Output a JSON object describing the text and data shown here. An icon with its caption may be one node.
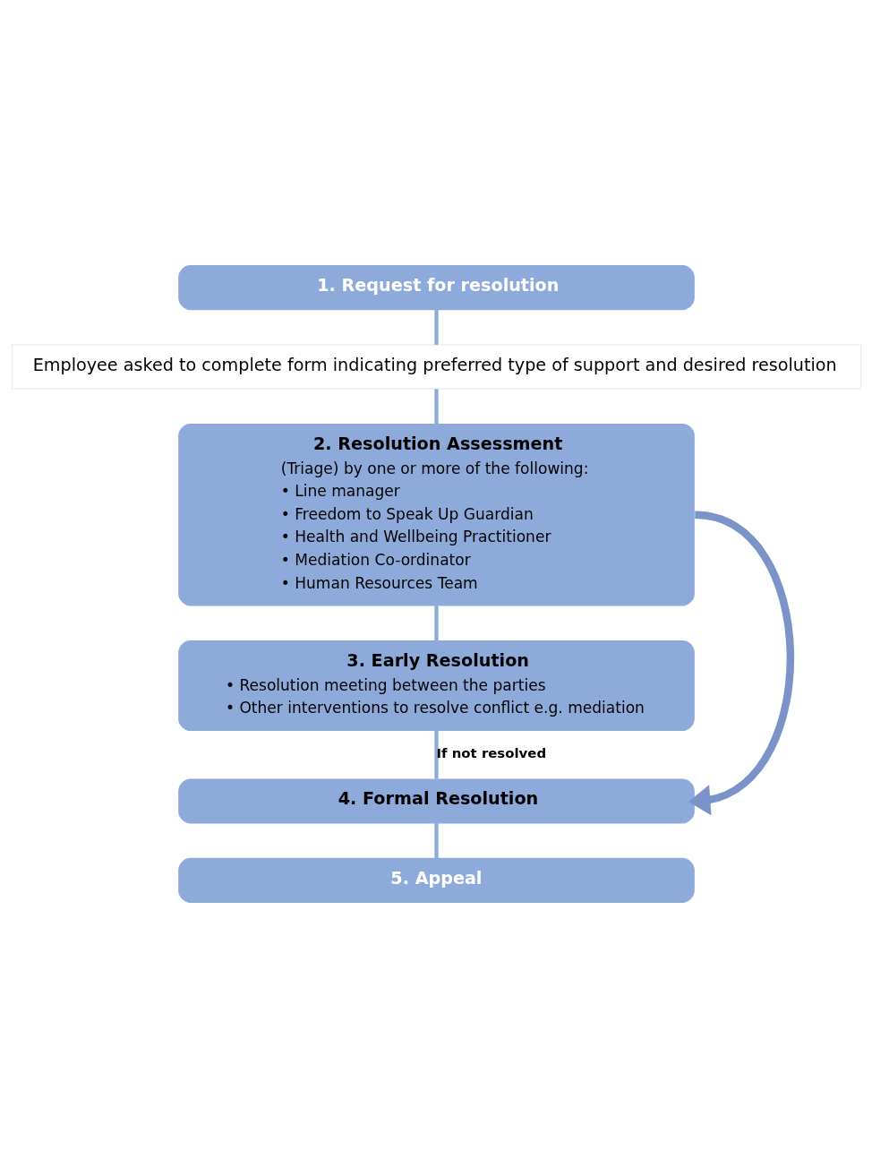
{
  "diagram": {
    "nodes": [
      {
        "text": [
          "1. Request for resolution"
        ]
      },
      {
        "text": [
          "Employee asked to complete form indicating preferred type of support and desired resolution"
        ]
      },
      {
        "text": [
          "2. Resolution Assessment",
          "(Triage) by one or more of the following:",
          "• Line manager",
          "• Freedom to Speak Up Guardian",
          "• Health and Wellbeing Practitioner",
          "• Mediation Co-ordinator",
          "• Human Resources Team"
        ]
      },
      {
        "text": [
          "3. Early Resolution",
          "• Resolution meeting between the parties",
          "• Other interventions to resolve conflict e.g. mediation"
        ]
      },
      {
        "text": [
          "4. Formal Resolution"
        ]
      },
      {
        "text": [
          "5. Appeal"
        ]
      }
    ],
    "edges": [
      {
        "from": 0,
        "to": 1,
        "arrow": "none"
      },
      {
        "from": 1,
        "to": 2,
        "arrow": "none"
      },
      {
        "from": 2,
        "to": 3,
        "arrow": "none"
      },
      {
        "from": 3,
        "to": 4,
        "arrow": "none",
        "label": "If not resolved"
      },
      {
        "from": 4,
        "to": 5,
        "arrow": "none"
      },
      {
        "from": 2,
        "to": 4,
        "arrow": "to",
        "style": "thick",
        "color": "#7b93c9"
      }
    ]
  }
}
